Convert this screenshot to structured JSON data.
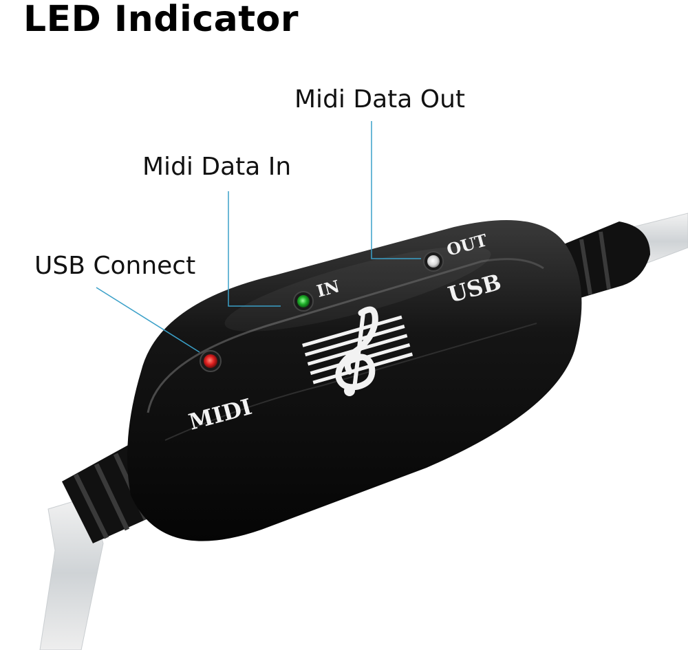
{
  "title": "LED Indicator",
  "callouts": {
    "midi_data_out": "Midi Data Out",
    "midi_data_in": "Midi Data In",
    "usb_connect": "USB Connect"
  },
  "device_labels": {
    "out": "OUT",
    "in": "IN",
    "usb": "USB",
    "midi": "MIDI"
  },
  "colors": {
    "leader_line": "#3aa0c8",
    "led_red": "#e02020",
    "led_green": "#1fb02a",
    "led_off": "#d8d8d8",
    "body": "#161616"
  }
}
